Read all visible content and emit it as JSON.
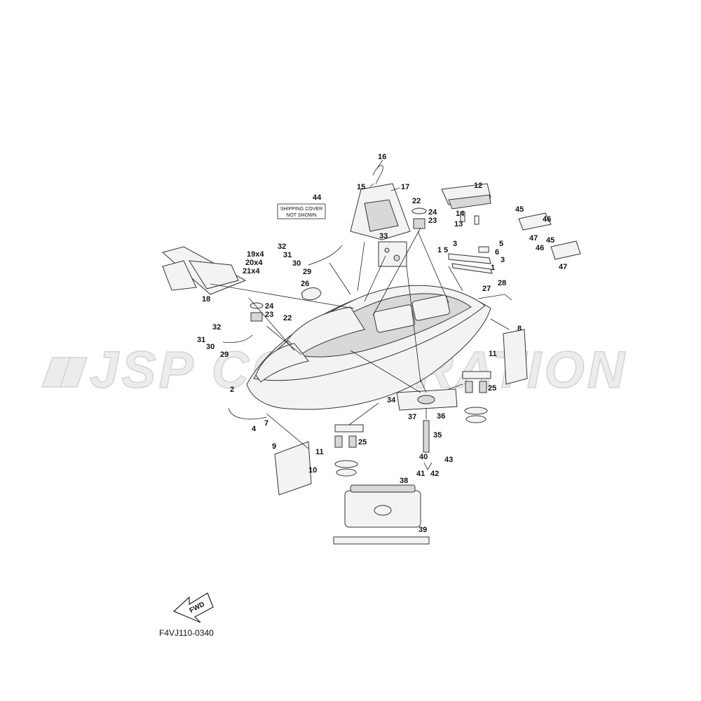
{
  "watermark": "JSP CORPORATION",
  "figure_code": "F4VJ110-0340",
  "fwd_label": "FWD",
  "shipping_note": {
    "part": "44",
    "line1": "SHIPPING COVER",
    "line2": "NOT SHOWN"
  },
  "parts": [
    {
      "id": "p16",
      "text": "16"
    },
    {
      "id": "p15",
      "text": "15"
    },
    {
      "id": "p17",
      "text": "17"
    },
    {
      "id": "p12",
      "text": "12"
    },
    {
      "id": "p22a",
      "text": "22"
    },
    {
      "id": "p24a",
      "text": "24"
    },
    {
      "id": "p23a",
      "text": "23"
    },
    {
      "id": "p14",
      "text": "14"
    },
    {
      "id": "p13",
      "text": "13"
    },
    {
      "id": "p45a",
      "text": "45"
    },
    {
      "id": "p46a",
      "text": "46"
    },
    {
      "id": "p47a",
      "text": "47"
    },
    {
      "id": "p45b",
      "text": "45"
    },
    {
      "id": "p46b",
      "text": "46"
    },
    {
      "id": "p47b",
      "text": "47"
    },
    {
      "id": "p33",
      "text": "33"
    },
    {
      "id": "p32a",
      "text": "32"
    },
    {
      "id": "p31a",
      "text": "31"
    },
    {
      "id": "p30a",
      "text": "30"
    },
    {
      "id": "p29a",
      "text": "29"
    },
    {
      "id": "p19",
      "text": "19x4"
    },
    {
      "id": "p20",
      "text": "20x4"
    },
    {
      "id": "p21",
      "text": "21x4"
    },
    {
      "id": "p18",
      "text": "18"
    },
    {
      "id": "p1a",
      "text": "1"
    },
    {
      "id": "p5a",
      "text": "5"
    },
    {
      "id": "p3a",
      "text": "3"
    },
    {
      "id": "p5b",
      "text": "5"
    },
    {
      "id": "p6",
      "text": "6"
    },
    {
      "id": "p3b",
      "text": "3"
    },
    {
      "id": "p1b",
      "text": "1"
    },
    {
      "id": "p26",
      "text": "26"
    },
    {
      "id": "p27",
      "text": "27"
    },
    {
      "id": "p28",
      "text": "28"
    },
    {
      "id": "p24b",
      "text": "24"
    },
    {
      "id": "p23b",
      "text": "23"
    },
    {
      "id": "p22b",
      "text": "22"
    },
    {
      "id": "p32b",
      "text": "32"
    },
    {
      "id": "p31b",
      "text": "31"
    },
    {
      "id": "p30b",
      "text": "30"
    },
    {
      "id": "p29b",
      "text": "29"
    },
    {
      "id": "p8",
      "text": "8"
    },
    {
      "id": "p11a",
      "text": "11"
    },
    {
      "id": "p25a",
      "text": "25"
    },
    {
      "id": "p2",
      "text": "2"
    },
    {
      "id": "p7",
      "text": "7"
    },
    {
      "id": "p4",
      "text": "4"
    },
    {
      "id": "p34",
      "text": "34"
    },
    {
      "id": "p37",
      "text": "37"
    },
    {
      "id": "p36",
      "text": "36"
    },
    {
      "id": "p35",
      "text": "35"
    },
    {
      "id": "p9",
      "text": "9"
    },
    {
      "id": "p11b",
      "text": "11"
    },
    {
      "id": "p10",
      "text": "10"
    },
    {
      "id": "p25b",
      "text": "25"
    },
    {
      "id": "p40",
      "text": "40"
    },
    {
      "id": "p43",
      "text": "43"
    },
    {
      "id": "p41",
      "text": "41"
    },
    {
      "id": "p42",
      "text": "42"
    },
    {
      "id": "p38",
      "text": "38"
    },
    {
      "id": "p39",
      "text": "39"
    }
  ]
}
